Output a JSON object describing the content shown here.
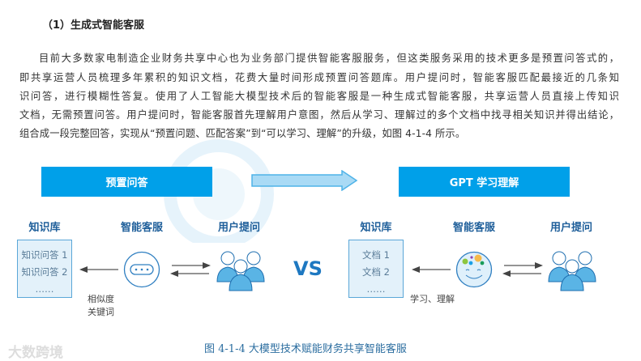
{
  "section_title": "（1）生成式智能客服",
  "paragraph_lines": [
    "目前大多数家电制造企业财务共享中心也为业务部门提供智能客服服务，但这类服务采用的技术更多是预置问答式的，",
    "即共享运营人员梳理多年累积的知识文档，花费大量时间形成预置问答题库。用户提问时，智能客服匹配最接近的几条知",
    "识问答，进行模糊性答复。使用了人工智能大模型技术后的智能客服是一种生成式智能客服，共享运营人员直接上传知识",
    "文档，无需预置问答。用户提问时，智能客服首先理解用户意图，然后从学习、理解过的多个文档中找寻相关知识并得出结论，",
    "组合成一段完整回答，实现从“预置问题、匹配答案”到“可以学习、理解”的升级，如图 4-1-4 所示。"
  ],
  "diagram": {
    "left": {
      "header": "预置问答",
      "labels": [
        "知识库",
        "智能客服",
        "用户提问"
      ],
      "kb_items": [
        "知识问答 1",
        "知识问答 2",
        "……"
      ],
      "arrow_note": [
        "相似度",
        "关键词"
      ]
    },
    "vs": "VS",
    "right": {
      "header": "GPT 学习理解",
      "labels": [
        "知识库",
        "智能客服",
        "用户提问"
      ],
      "kb_items": [
        "文档 1",
        "文档 2",
        "……"
      ],
      "arrow_note": [
        "学习、理解"
      ]
    },
    "colors": {
      "accent": "#00a0e9",
      "label": "#1f5f9a",
      "kb_fill": "#e3f1fa",
      "people": "#5ab4e5"
    }
  },
  "caption": "图 4-1-4 大模型技术赋能财务共享智能客服",
  "watermark": "大数跨境"
}
